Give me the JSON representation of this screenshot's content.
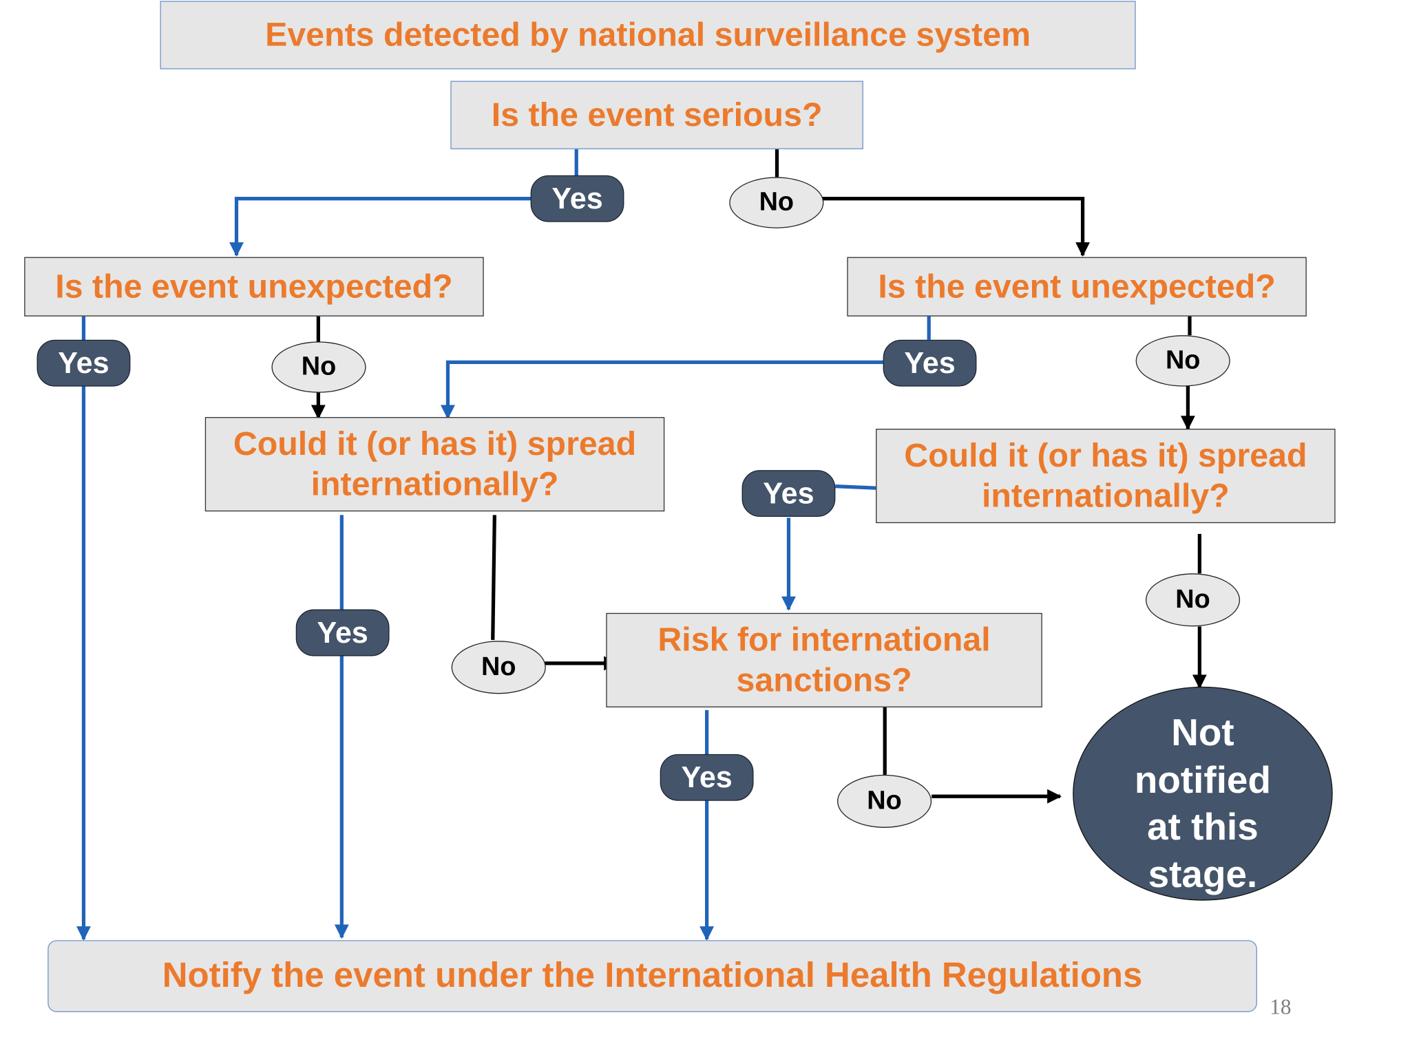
{
  "top_box": "Events detected by national surveillance system",
  "q_serious": "Is the event serious?",
  "q_unexpected_left": "Is the event unexpected?",
  "q_unexpected_right": "Is the event unexpected?",
  "q_spread_left": "Could it (or has it) spread internationally?",
  "q_spread_right": "Could it (or has it) spread internationally?",
  "q_sanctions": "Risk for international sanctions?",
  "outcome_not_notified": "Not notified at this stage.",
  "outcome_notify": "Notify the event under the International Health Regulations",
  "labels": {
    "serious_yes": "Yes",
    "serious_no": "No",
    "unexp_left_yes": "Yes",
    "unexp_left_no": "No",
    "unexp_right_yes": "Yes",
    "unexp_right_no": "No",
    "spread_left_yes": "Yes",
    "spread_left_no": "No",
    "spread_right_yes": "Yes",
    "spread_right_no": "No",
    "sanctions_yes": "Yes",
    "sanctions_no": "No"
  },
  "page_number": "18",
  "colors": {
    "question_text": "#ec7a2c",
    "yes_pill": "#44546a",
    "yes_line": "#1f64b8",
    "no_line": "#000000",
    "box_fill": "#e6e6e6"
  }
}
